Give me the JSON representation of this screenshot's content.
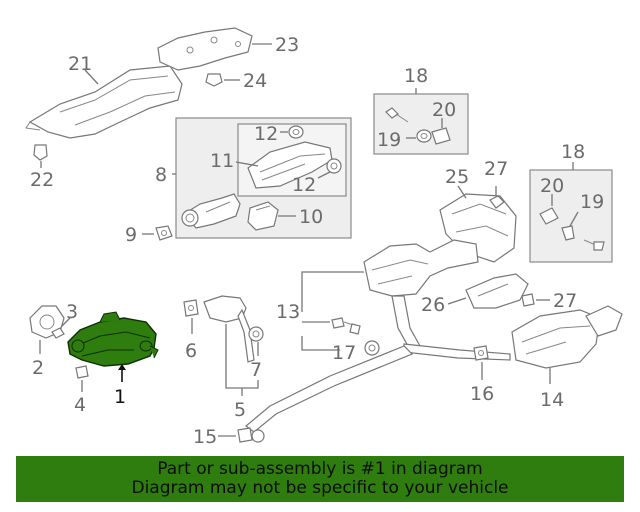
{
  "callouts": {
    "c1": "1",
    "c2": "2",
    "c3": "3",
    "c4": "4",
    "c5": "5",
    "c6": "6",
    "c7": "7",
    "c8": "8",
    "c9": "9",
    "c10": "10",
    "c11": "11",
    "c12a": "12",
    "c12b": "12",
    "c13": "13",
    "c14": "14",
    "c15": "15",
    "c16": "16",
    "c17": "17",
    "c18a": "18",
    "c18b": "18",
    "c19a": "19",
    "c19b": "19",
    "c20a": "20",
    "c20b": "20",
    "c21": "21",
    "c22": "22",
    "c23": "23",
    "c24": "24",
    "c25": "25",
    "c26": "26",
    "c27a": "27",
    "c27b": "27"
  },
  "banner": {
    "line1": "Part or sub-assembly is #1 in diagram",
    "line2": "Diagram may not be specific to your vehicle"
  },
  "colors": {
    "highlight_part": "#2e7d0e",
    "banner_bg": "#2e7d0e",
    "line_art": "#777777",
    "box_fill": "#eeeeee"
  }
}
